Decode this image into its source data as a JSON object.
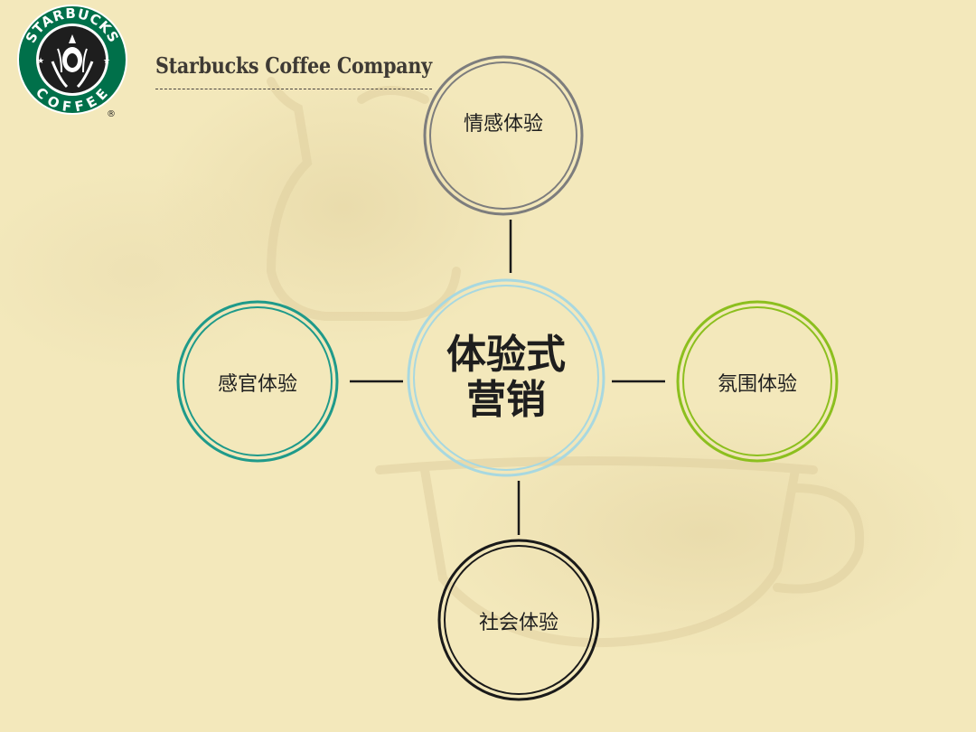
{
  "header": {
    "company_name": "Starbucks Coffee Company",
    "logo": {
      "top_text": "STARBUCKS",
      "bottom_text": "COFFEE",
      "registered_mark": "®"
    }
  },
  "diagram": {
    "center": {
      "line1": "体验式",
      "line2": "营销",
      "color": "#a8d8e0"
    },
    "nodes": [
      {
        "label": "情感体验",
        "position": "top",
        "color": "#7d7d7d"
      },
      {
        "label": "感官体验",
        "position": "left",
        "color": "#1f9a8a"
      },
      {
        "label": "氛围体验",
        "position": "right",
        "color": "#8cbf1e"
      },
      {
        "label": "社会体验",
        "position": "bottom",
        "color": "#1a1a1a"
      }
    ],
    "connector_color": "#1a1a1a"
  },
  "colors": {
    "background": "#f3e8bb",
    "logo_green": "#00704a"
  }
}
